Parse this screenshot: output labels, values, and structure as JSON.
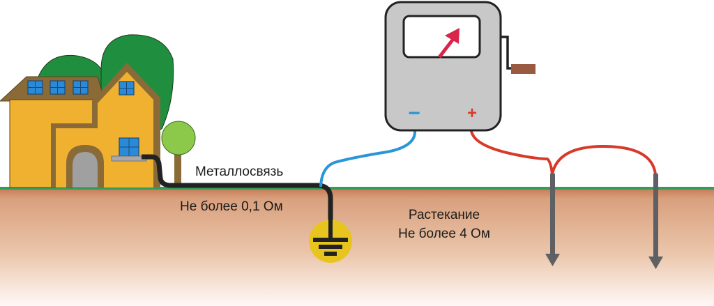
{
  "labels": {
    "bonding": "Металлосвязь",
    "bonding_limit": "Не более 0,1 Ом",
    "spreading": "Растекание",
    "spreading_limit": "Не более 4 Ом"
  },
  "meter": {
    "minus_terminal": "−",
    "plus_terminal": "+"
  },
  "colors": {
    "ground_line": "#2e9e5a",
    "soil": "#d79f7c",
    "house_wall": "#f0b030",
    "house_trim": "#8a6a36",
    "window": "#2a8ad8",
    "tree_dark": "#1f8f3f",
    "tree_light": "#8cc84a",
    "meter_body": "#c8c8c8",
    "needle": "#d8264a",
    "crank_handle": "#9a5a42",
    "wire_negative": "#2a96d6",
    "wire_positive": "#d83a2a",
    "bonding_wire": "#222222",
    "ground_symbol": "#e8c51e",
    "probe": "#5f6064"
  }
}
